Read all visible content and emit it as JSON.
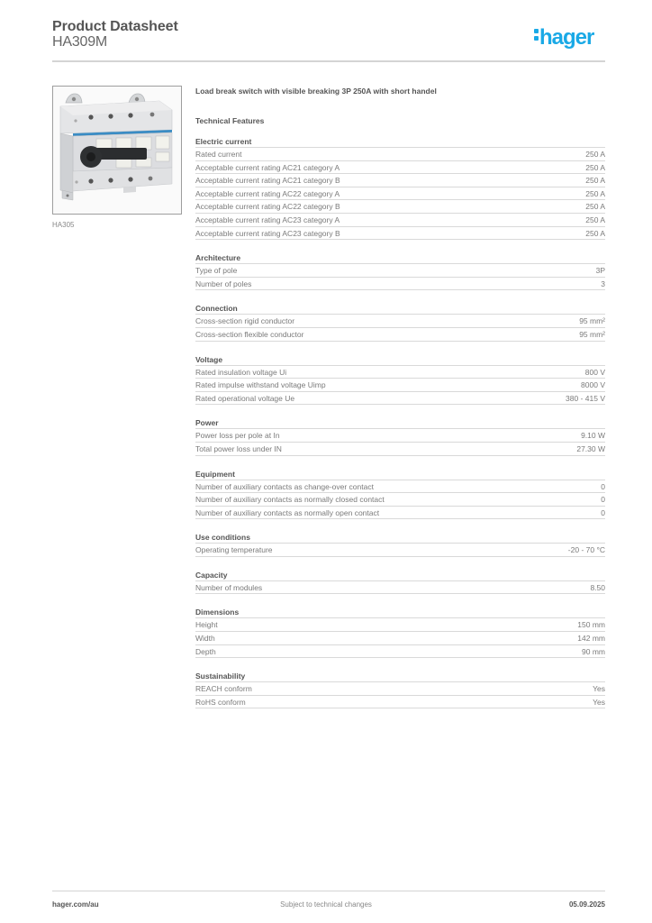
{
  "header": {
    "title": "Product Datasheet",
    "product_code": "HA309M",
    "logo_text": "hager",
    "brand_color": "#1aa9e6"
  },
  "image": {
    "caption": "HA305",
    "alt": "load-break-switch-photo"
  },
  "description": "Load break switch with visible breaking 3P 250A with short handel",
  "technical_features_title": "Technical Features",
  "sections": [
    {
      "title": "Electric current",
      "rows": [
        {
          "label": "Rated current",
          "value": "250 A"
        },
        {
          "label": "Acceptable current rating AC21 category A",
          "value": "250 A"
        },
        {
          "label": "Acceptable current rating AC21 category B",
          "value": "250 A"
        },
        {
          "label": "Acceptable current rating AC22 category A",
          "value": "250 A"
        },
        {
          "label": "Acceptable current rating AC22 category B",
          "value": "250 A"
        },
        {
          "label": "Acceptable current rating AC23 category A",
          "value": "250 A"
        },
        {
          "label": "Acceptable current rating AC23 category B",
          "value": "250 A"
        }
      ]
    },
    {
      "title": "Architecture",
      "rows": [
        {
          "label": "Type of pole",
          "value": "3P"
        },
        {
          "label": "Number of poles",
          "value": "3"
        }
      ]
    },
    {
      "title": "Connection",
      "rows": [
        {
          "label": "Cross-section rigid conductor",
          "value": "95 mm²"
        },
        {
          "label": "Cross-section flexible conductor",
          "value": "95 mm²"
        }
      ]
    },
    {
      "title": "Voltage",
      "rows": [
        {
          "label": "Rated insulation voltage Ui",
          "value": "800 V"
        },
        {
          "label": "Rated impulse withstand voltage Uimp",
          "value": "8000 V"
        },
        {
          "label": "Rated operational voltage Ue",
          "value": "380 - 415 V"
        }
      ]
    },
    {
      "title": "Power",
      "rows": [
        {
          "label": "Power loss per pole at In",
          "value": "9.10 W"
        },
        {
          "label": "Total power loss under IN",
          "value": "27.30 W"
        }
      ]
    },
    {
      "title": "Equipment",
      "rows": [
        {
          "label": "Number of auxiliary contacts as change-over contact",
          "value": "0"
        },
        {
          "label": "Number of auxiliary contacts as normally closed contact",
          "value": "0"
        },
        {
          "label": "Number of auxiliary contacts as normally open contact",
          "value": "0"
        }
      ]
    },
    {
      "title": "Use conditions",
      "rows": [
        {
          "label": "Operating temperature",
          "value": "-20 - 70 °C"
        }
      ]
    },
    {
      "title": "Capacity",
      "rows": [
        {
          "label": "Number of modules",
          "value": "8.50"
        }
      ]
    },
    {
      "title": "Dimensions",
      "rows": [
        {
          "label": "Height",
          "value": "150 mm"
        },
        {
          "label": "Width",
          "value": "142 mm"
        },
        {
          "label": "Depth",
          "value": "90 mm"
        }
      ]
    },
    {
      "title": "Sustainability",
      "rows": [
        {
          "label": "REACH conform",
          "value": "Yes"
        },
        {
          "label": "RoHS conform",
          "value": "Yes"
        }
      ]
    }
  ],
  "footer": {
    "website": "hager.com/au",
    "notice": "Subject to technical changes",
    "date": "05.09.2025"
  }
}
